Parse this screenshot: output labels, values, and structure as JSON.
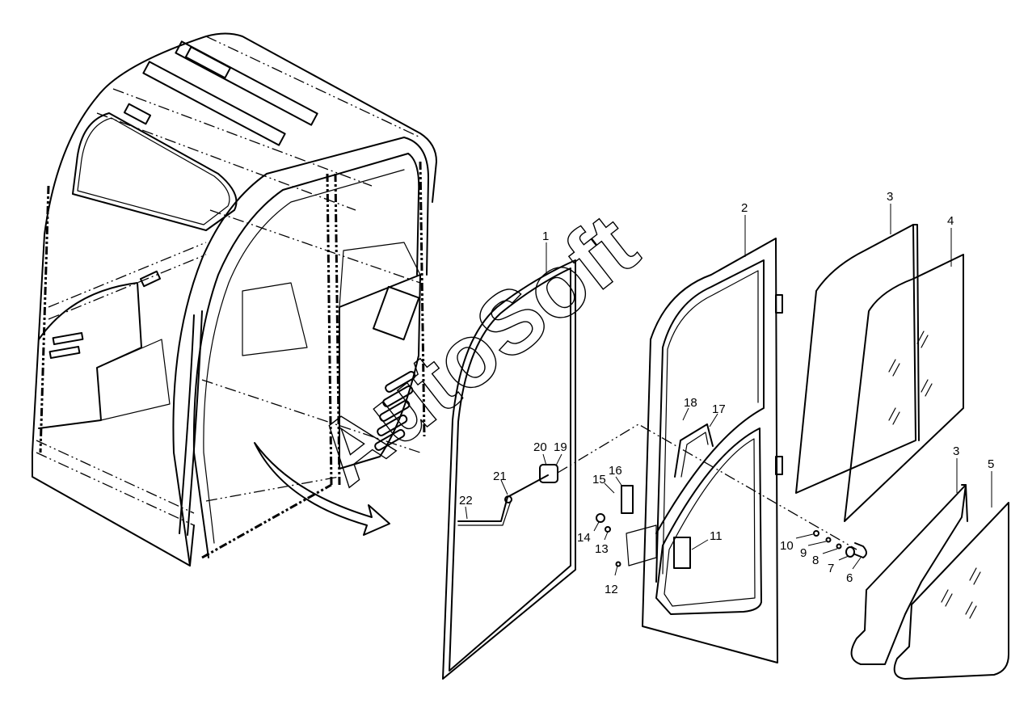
{
  "watermark": "AutoSoft",
  "callouts": [
    {
      "label": "1",
      "part": "door-seal-frame"
    },
    {
      "label": "2",
      "part": "door-frame"
    },
    {
      "label": "3",
      "part": "upper-glass-seal"
    },
    {
      "label": "4",
      "part": "upper-door-glass"
    },
    {
      "label": "3",
      "part": "lower-glass-seal"
    },
    {
      "label": "5",
      "part": "lower-door-glass"
    },
    {
      "label": "6",
      "part": "latch-pin"
    },
    {
      "label": "7",
      "part": "washer"
    },
    {
      "label": "8",
      "part": "washer"
    },
    {
      "label": "9",
      "part": "washer"
    },
    {
      "label": "10",
      "part": "nut"
    },
    {
      "label": "11",
      "part": "door-lock"
    },
    {
      "label": "12",
      "part": "screw"
    },
    {
      "label": "13",
      "part": "washer"
    },
    {
      "label": "14",
      "part": "knob"
    },
    {
      "label": "15",
      "part": "bolt"
    },
    {
      "label": "16",
      "part": "hinge"
    },
    {
      "label": "17",
      "part": "handle"
    },
    {
      "label": "18",
      "part": "bolt"
    },
    {
      "label": "19",
      "part": "bracket"
    },
    {
      "label": "20",
      "part": "clip"
    },
    {
      "label": "21",
      "part": "rod"
    },
    {
      "label": "22",
      "part": "lever"
    }
  ]
}
